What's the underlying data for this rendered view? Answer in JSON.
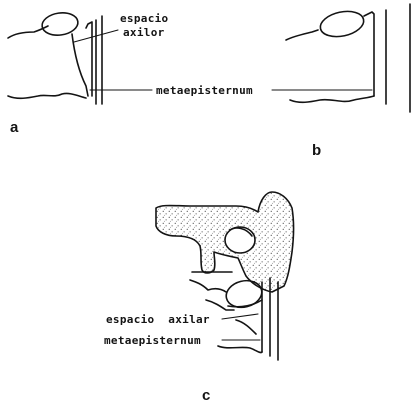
{
  "panels": [
    {
      "letter": "a",
      "labels": {
        "espacio": "espacio",
        "axilor": "axilor",
        "metaepisternum": "metaepisternum"
      }
    },
    {
      "letter": "b"
    },
    {
      "letter": "c",
      "labels": {
        "espacio_axilar": "espacio  axilar",
        "metaepisternum": "metaepisternum"
      }
    }
  ]
}
